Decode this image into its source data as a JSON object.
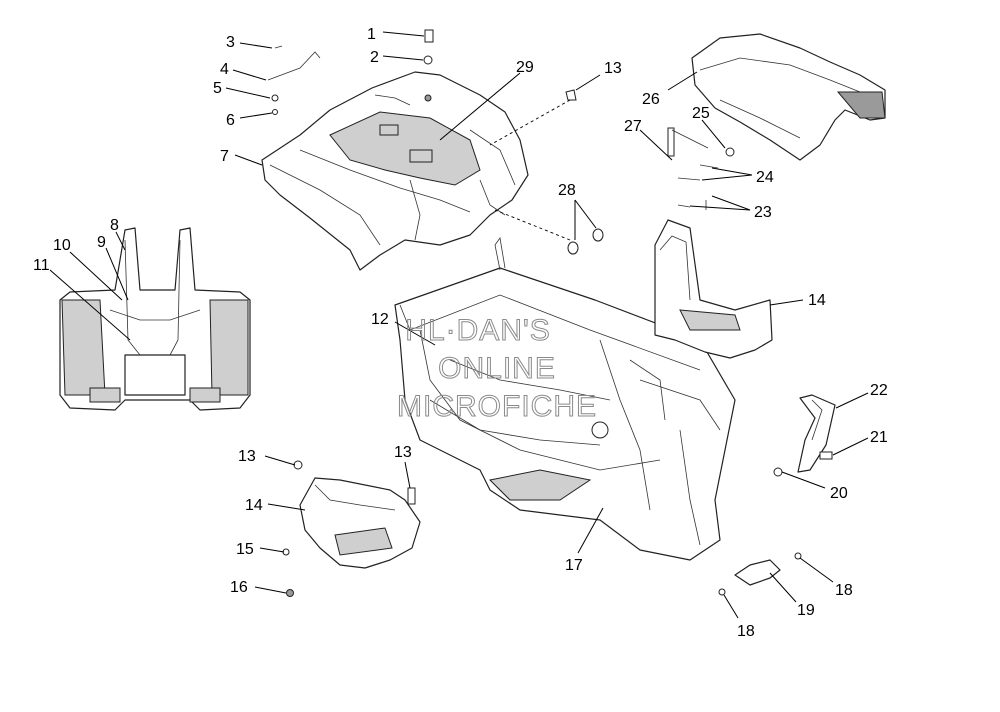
{
  "watermark": {
    "lines": [
      "HL·DAN'S",
      "ONLINE",
      "MICROFICHE"
    ]
  },
  "callouts": [
    "1",
    "2",
    "3",
    "4",
    "5",
    "6",
    "7",
    "8",
    "9",
    "10",
    "11",
    "12",
    "13",
    "13",
    "13",
    "14",
    "14",
    "15",
    "16",
    "17",
    "18",
    "18",
    "19",
    "20",
    "21",
    "22",
    "23",
    "24",
    "25",
    "26",
    "27",
    "28",
    "29"
  ],
  "colors": {
    "line": "#222222",
    "shade": "#cfcfcf",
    "background": "#ffffff"
  }
}
